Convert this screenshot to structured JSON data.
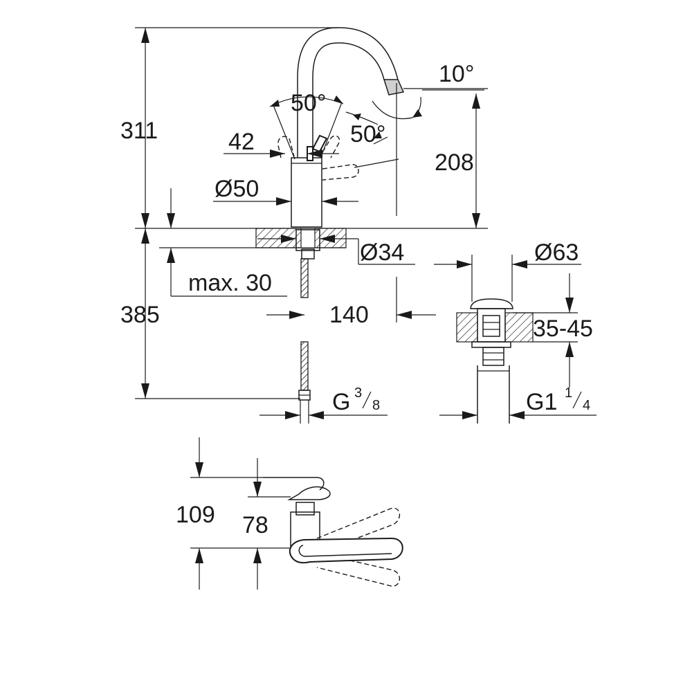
{
  "dimensions": {
    "overall_height": "311",
    "spout_height": "208",
    "angle_spout": "10°",
    "angle_lever_left": "50°",
    "angle_lever_right": "50°",
    "lever_offset": "42",
    "body_diameter": "Ø50",
    "hole_diameter": "Ø34",
    "max_thickness": "max. 30",
    "hose_length": "385",
    "spout_reach": "140",
    "waste_diameter": "Ø63",
    "basin_thickness": "35-45",
    "hose_thread": {
      "base": "G",
      "num": "3",
      "den": "8"
    },
    "waste_thread": {
      "base": "G1",
      "num": "1",
      "den": "4"
    },
    "top_view_overall": "109",
    "top_view_lever": "78"
  }
}
